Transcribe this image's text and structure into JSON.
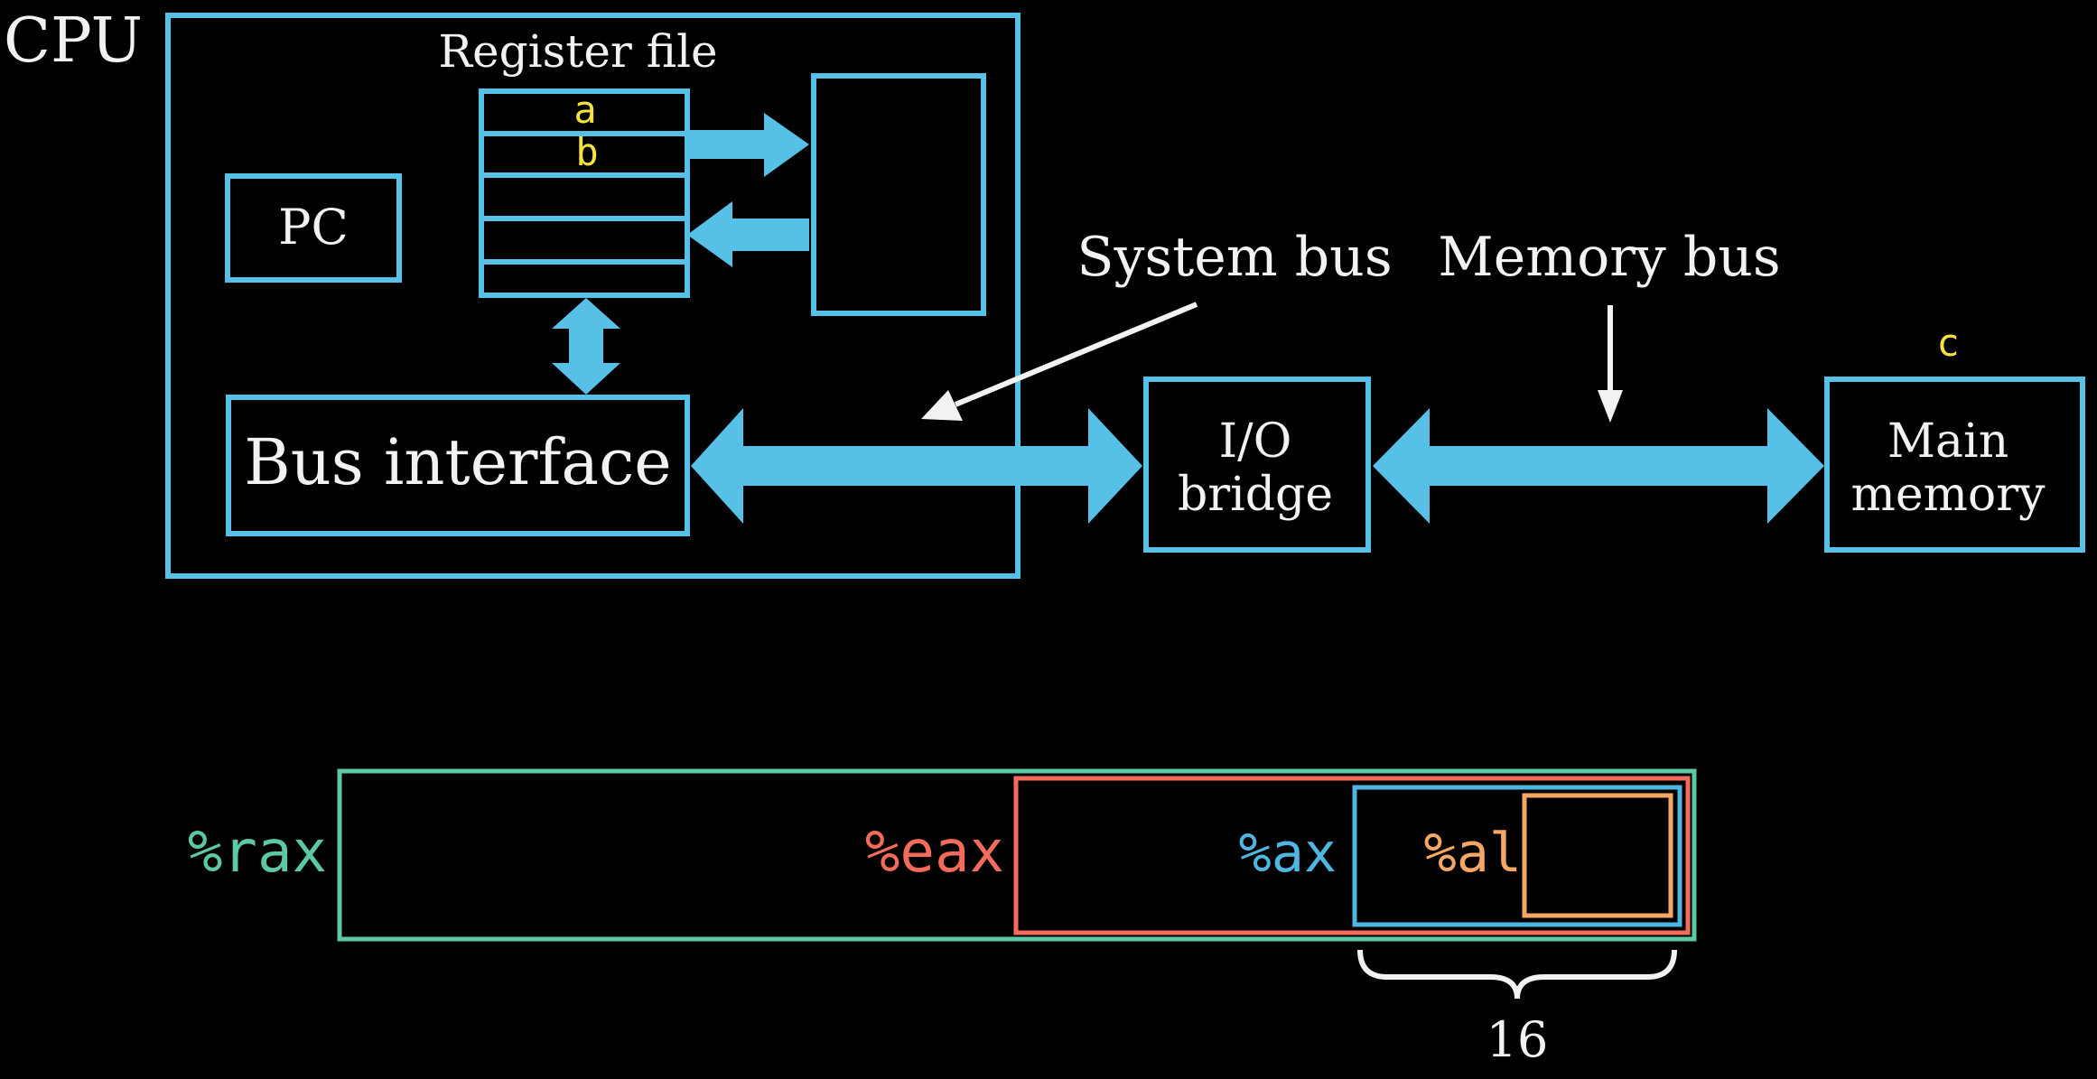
{
  "colors": {
    "background": "#000000",
    "hardware": "#56C0E6",
    "label": "#F2F2F2",
    "variable": "#F5E23C",
    "rax": "#5CC8A6",
    "eax": "#F26B5B",
    "ax": "#4EB6E0",
    "al": "#F5A763"
  },
  "cpu": {
    "label": "CPU",
    "register_file_label": "Register file",
    "registers": [
      "a",
      "b",
      "",
      "",
      ""
    ],
    "pc_label": "PC",
    "bus_interface_label": "Bus interface"
  },
  "buses": {
    "system_bus_label": "System bus",
    "memory_bus_label": "Memory bus"
  },
  "io_bridge": {
    "line1": "I/O",
    "line2": "bridge"
  },
  "main_memory": {
    "line1": "Main",
    "line2": "memory",
    "variable": "c"
  },
  "register_widths": {
    "rax": "%rax",
    "eax": "%eax",
    "ax": "%ax",
    "al": "%al",
    "brace_label": "16"
  }
}
